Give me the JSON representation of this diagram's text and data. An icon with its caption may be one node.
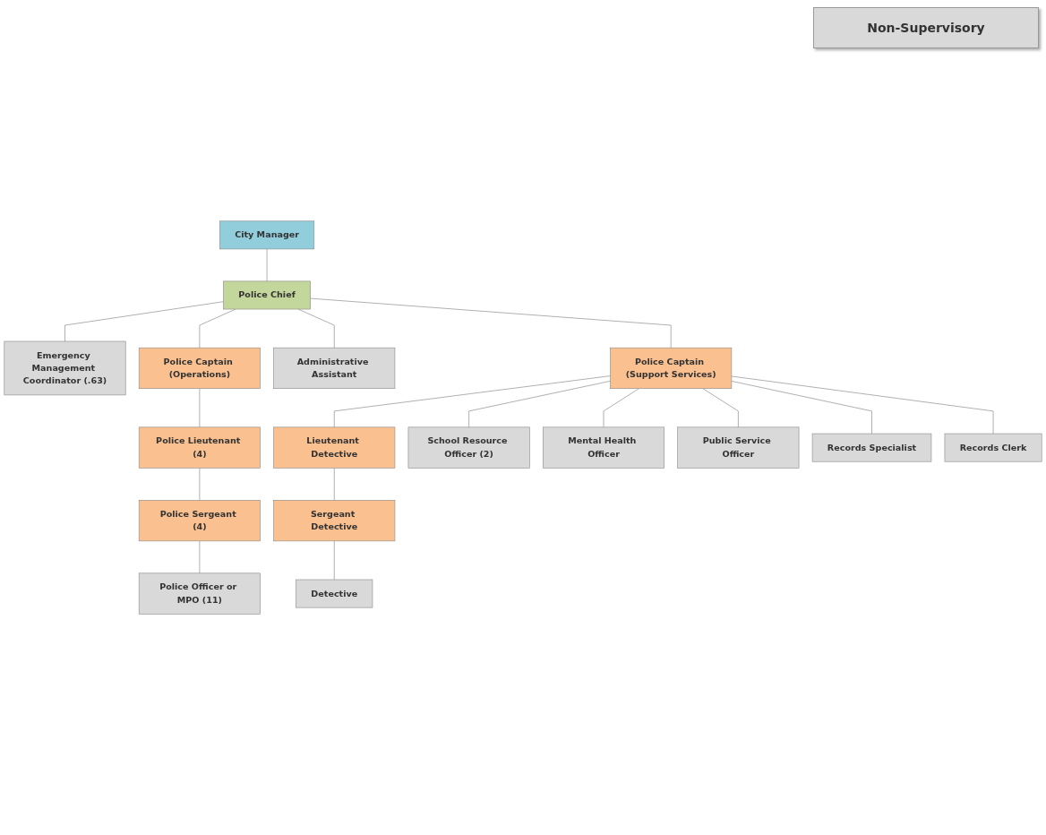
{
  "diagram": {
    "nodes": [
      {
        "text": [
          "City Manager"
        ]
      },
      {
        "text": [
          "Police Chief"
        ]
      },
      {
        "text": [
          "Police Captain (Operations)"
        ]
      },
      {
        "text": [
          "Administrative Assistant"
        ]
      },
      {
        "text": [
          "Police Captain (Support Services)"
        ]
      },
      {
        "text": [
          "Emergency Management Coordinator (.63)"
        ]
      },
      {
        "text": [
          "Police Lieutenant (4)"
        ]
      },
      {
        "text": [
          "Lieutenant Detective"
        ]
      },
      {
        "text": [
          "School Resource Officer (2)"
        ]
      },
      {
        "text": [
          "Mental Health Officer"
        ]
      },
      {
        "text": [
          "Public Service Officer"
        ]
      },
      {
        "text": [
          "Records Specialist"
        ]
      },
      {
        "text": [
          "Records Clerk"
        ]
      },
      {
        "text": [
          "Police Sergeant (4)"
        ]
      },
      {
        "text": [
          "Sergeant Detective"
        ]
      },
      {
        "text": [
          "Police Officer or MPO (11)"
        ]
      },
      {
        "text": [
          "Detective"
        ]
      }
    ],
    "edges": [
      {
        "from": 0,
        "to": 1,
        "arrow": "none"
      },
      {
        "from": 1,
        "to": 2,
        "arrow": "none"
      },
      {
        "from": 1,
        "to": 3,
        "arrow": "none"
      },
      {
        "from": 1,
        "to": 4,
        "arrow": "none"
      },
      {
        "from": 1,
        "to": 5,
        "arrow": "none"
      },
      {
        "from": 2,
        "to": 6,
        "arrow": "none"
      },
      {
        "from": 4,
        "to": 7,
        "arrow": "none"
      },
      {
        "from": 4,
        "to": 8,
        "arrow": "none"
      },
      {
        "from": 4,
        "to": 9,
        "arrow": "none"
      },
      {
        "from": 4,
        "to": 10,
        "arrow": "none"
      },
      {
        "from": 4,
        "to": 11,
        "arrow": "none"
      },
      {
        "from": 4,
        "to": 12,
        "arrow": "none"
      },
      {
        "from": 6,
        "to": 13,
        "arrow": "none"
      },
      {
        "from": 7,
        "to": 14,
        "arrow": "none"
      },
      {
        "from": 13,
        "to": 15,
        "arrow": "none"
      },
      {
        "from": 14,
        "to": 16,
        "arrow": "none"
      }
    ],
    "legend": [
      {
        "text": "Non-Supervisory",
        "color": "#d9d9d9"
      }
    ]
  }
}
